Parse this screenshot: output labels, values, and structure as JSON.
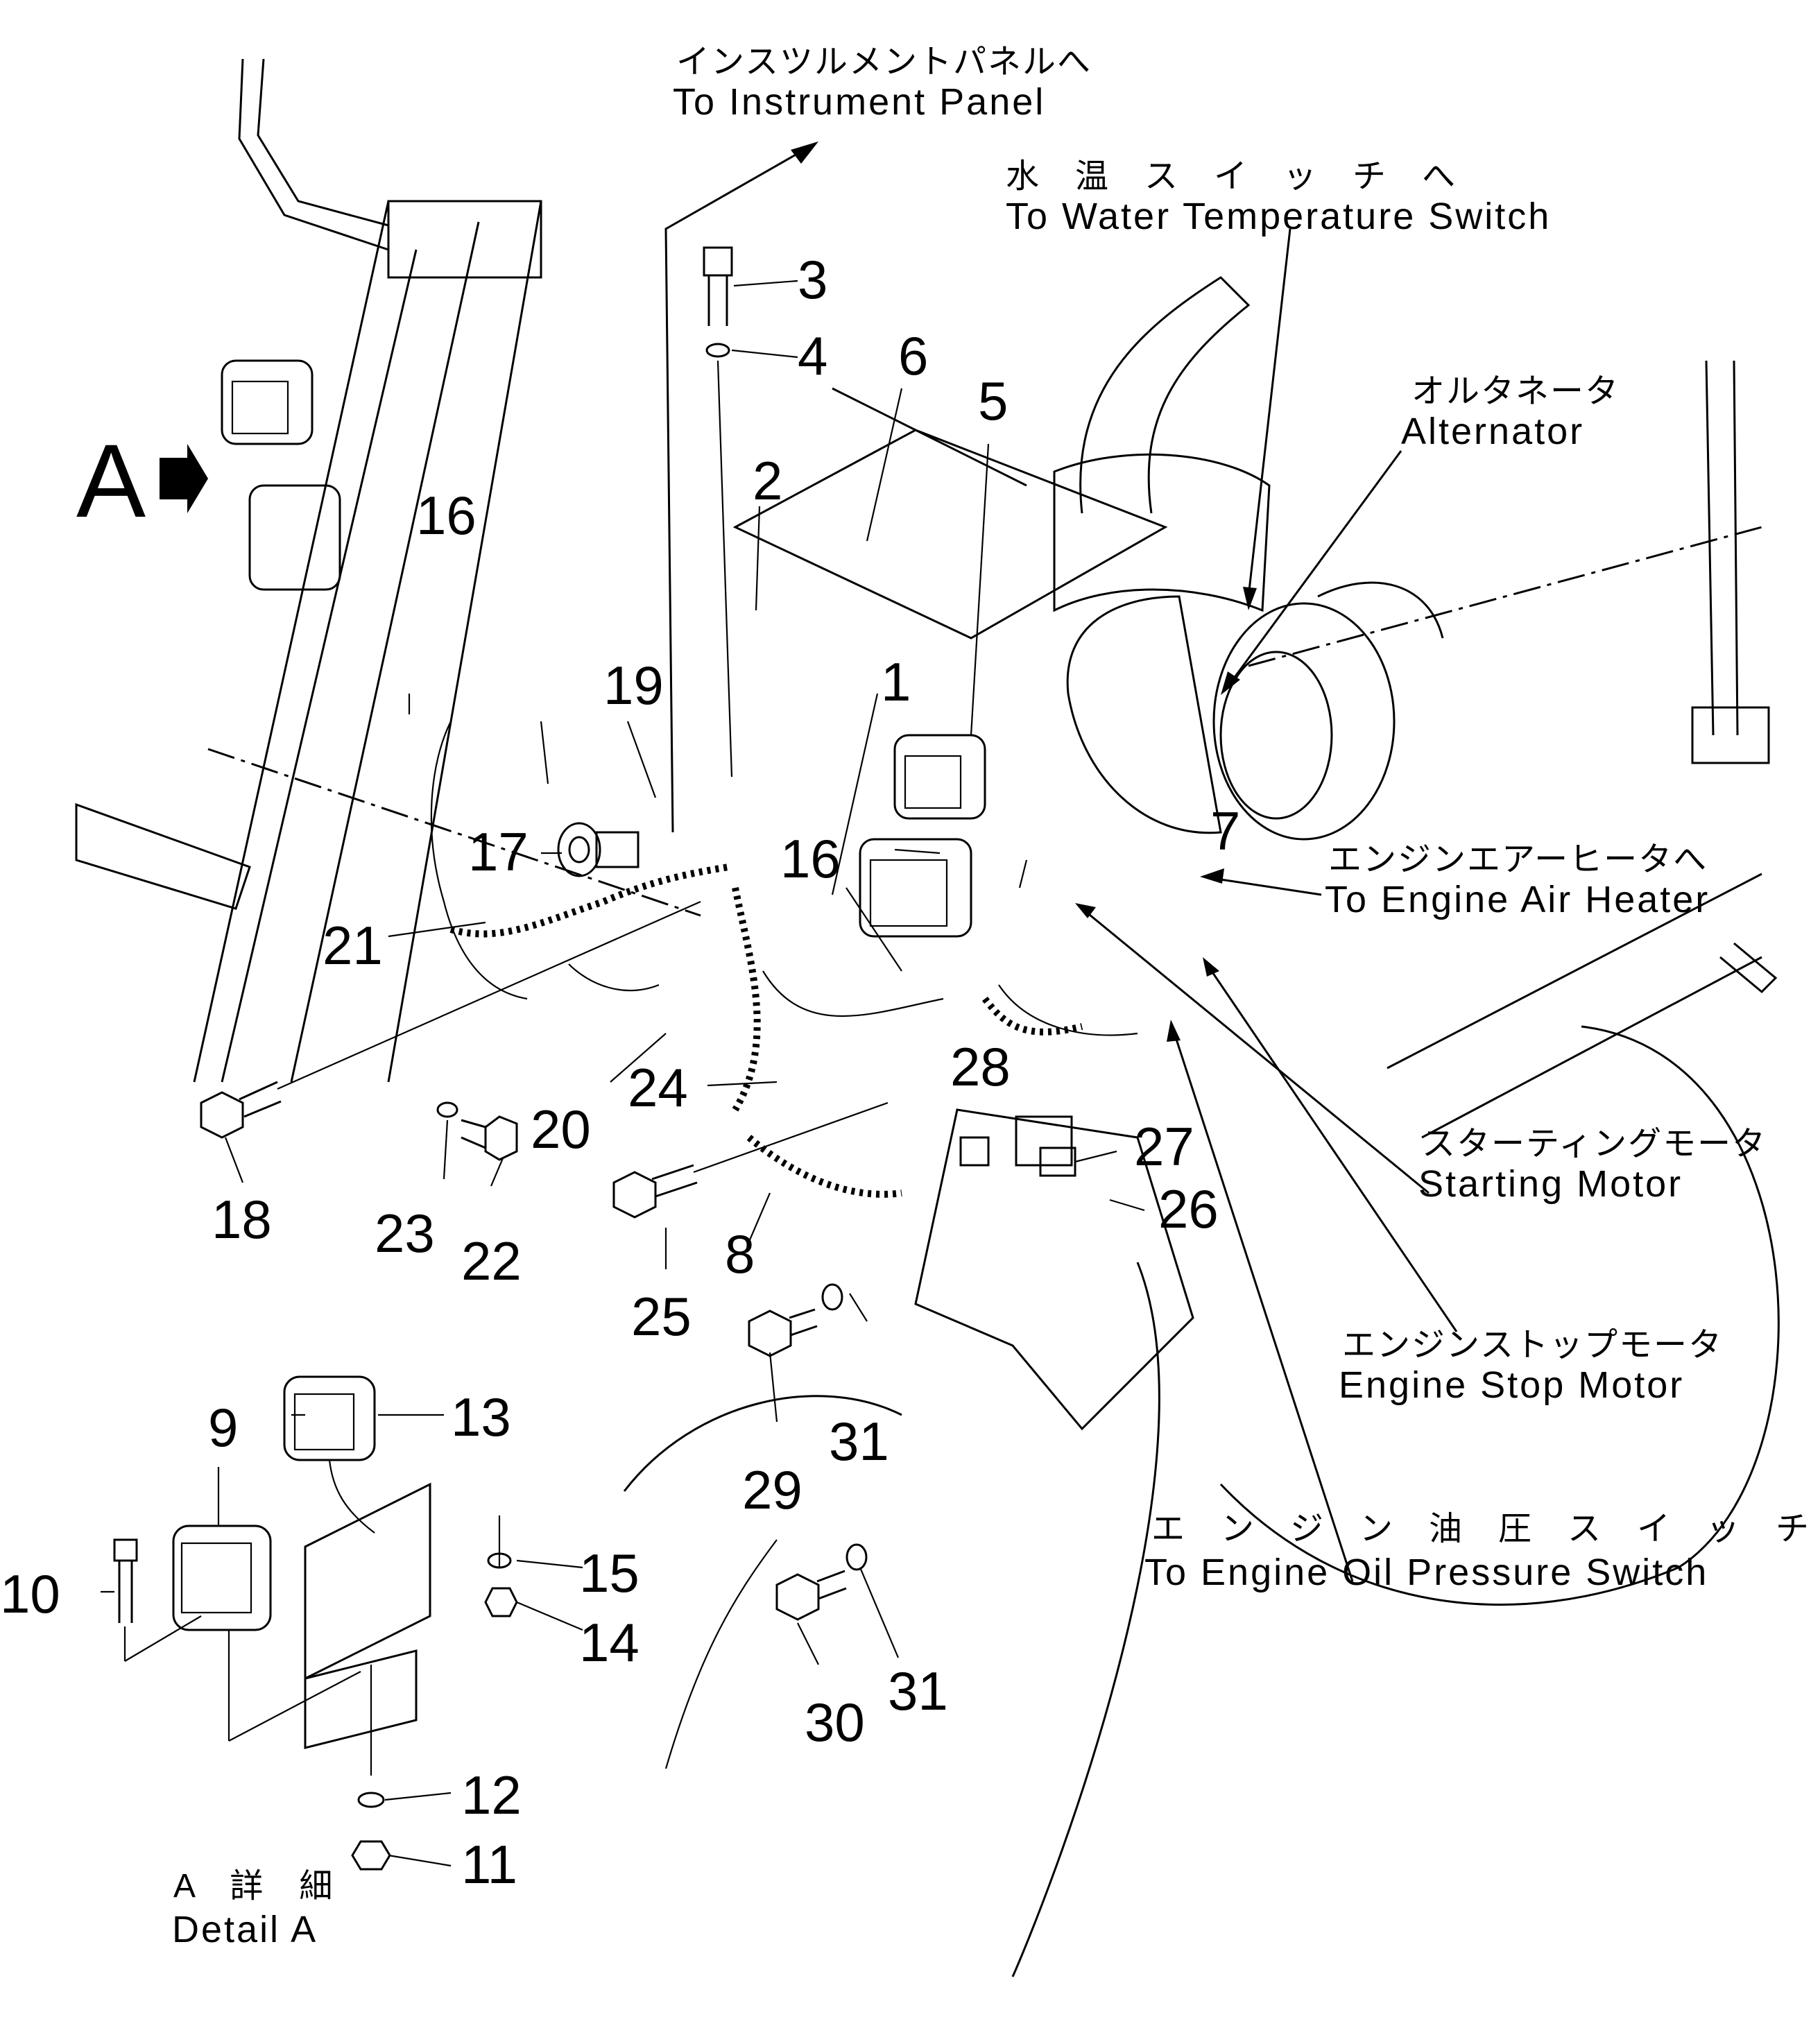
{
  "labels": {
    "instrument_jp": "インスツルメントパネルへ",
    "instrument_en": "To  Instrument  Panel",
    "water_jp": "水　温　ス　イ　ッ　チ　へ",
    "water_en": "To  Water  Temperature  Switch",
    "alternator_jp": "オルタネータ",
    "alternator_en": "Alternator",
    "air_heater_jp": "エンジンエアーヒータへ",
    "air_heater_en": "To  Engine  Air  Heater",
    "starting_jp": "スターティングモータ",
    "starting_en": "Starting  Motor",
    "stop_jp": "エンジンストップモータ",
    "stop_en": "Engine  Stop  Motor",
    "oil_jp": "エ　ン　ジ　ン　油　圧　ス　イ　ッ　チ　へ",
    "oil_en": "To  Engine  Oil  Pressure  Switch",
    "detail_jp": "A　詳　細",
    "detail_en": "Detail  A",
    "detail_letter": "A"
  },
  "callouts": {
    "n1": "1",
    "n2": "2",
    "n3": "3",
    "n4": "4",
    "n5": "5",
    "n6": "6",
    "n7": "7",
    "n8": "8",
    "n9": "9",
    "n10": "10",
    "n11": "11",
    "n12": "12",
    "n13": "13",
    "n14": "14",
    "n15": "15",
    "n16a": "16",
    "n16b": "16",
    "n17": "17",
    "n18": "18",
    "n19": "19",
    "n20": "20",
    "n21": "21",
    "n22": "22",
    "n23": "23",
    "n24": "24",
    "n25": "25",
    "n26": "26",
    "n27": "27",
    "n28": "28",
    "n29": "29",
    "n30": "30",
    "n31a": "31",
    "n31b": "31"
  }
}
